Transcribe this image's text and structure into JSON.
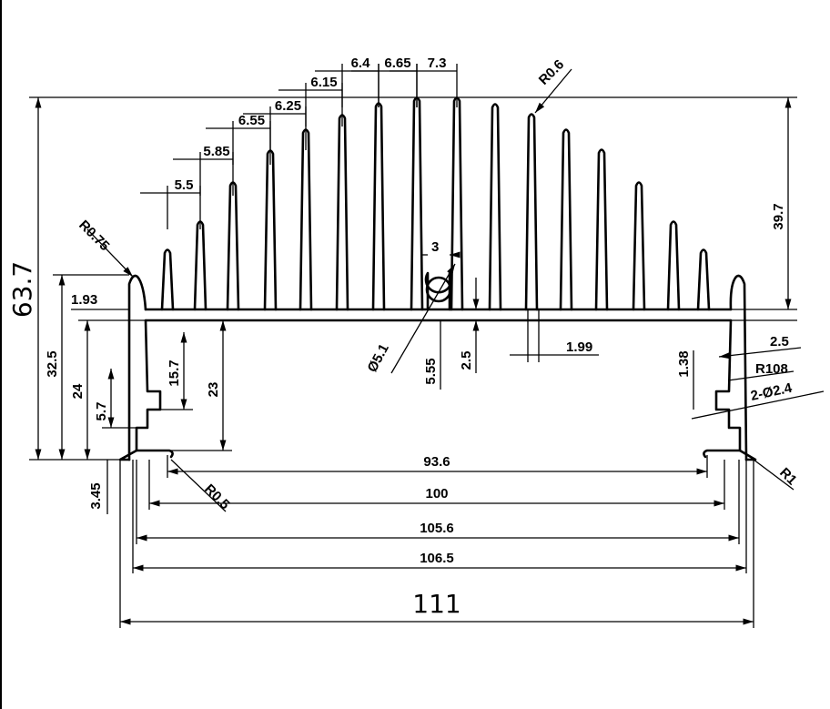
{
  "drawing": {
    "overall_height": "63.7",
    "base_height": "32.5",
    "side_height": "24",
    "slot_height": "5.7",
    "foot_height": "3.45",
    "lip_width": "1.93",
    "fin_height": "39.7",
    "slot_depth": "15.7",
    "inner_height": "23",
    "fin_pitches": [
      "5.5",
      "5.85",
      "6.55",
      "6.25",
      "6.15",
      "6.4",
      "6.65",
      "7.3"
    ],
    "tip_radius": "R0.6",
    "lip_radius": "R0.75",
    "slot_width": "3",
    "bore_diameter": "Ø5.1",
    "bore_height": "5.55",
    "groove_offset": "2.5",
    "fin_root": "1.99",
    "side_wall": "2.5",
    "rib_height": "1.38",
    "arc_radius": "R108",
    "holes": "2-Ø2.4",
    "corner_radius": "R1",
    "foot_radius": "R0.5",
    "widths": [
      "93.6",
      "100",
      "105.6",
      "106.5",
      "111"
    ]
  }
}
